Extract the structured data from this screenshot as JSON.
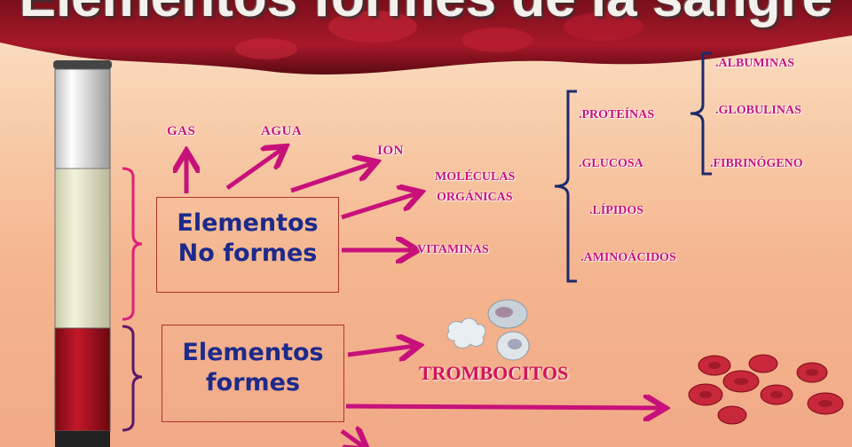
{
  "title": "Elementos formes de la sangre",
  "boxes": {
    "no_formes": [
      "Elementos",
      "No formes"
    ],
    "formes": [
      "Elementos",
      "formes"
    ]
  },
  "no_formes_items": {
    "gas": "GAS",
    "agua": "AGUA",
    "ion": "ION",
    "moleculas": [
      "MOLÉCULAS",
      "ORGÁNICAS"
    ],
    "vitaminas": "VITAMINAS"
  },
  "organic": {
    "proteinas": ".PROTEÍNAS",
    "glucosa": ".GLUCOSA",
    "lipidos": ".LÍPIDOS",
    "aminoacidos": ".AMINOÁCIDOS"
  },
  "proteins": {
    "albuminas": ".ALBUMINAS",
    "globulinas": ".GLOBULINAS",
    "fibrinogeno": ".FIBRINÓGENO"
  },
  "formes_items": {
    "trombocitos": "TROMBOCITOS"
  },
  "colors": {
    "arrow": "#c7117a",
    "brace_pink": "#e0207a",
    "brace_purple": "#5a1a6a",
    "brace_navy": "#1d2a6a",
    "box_text": "#1d2a8a"
  }
}
